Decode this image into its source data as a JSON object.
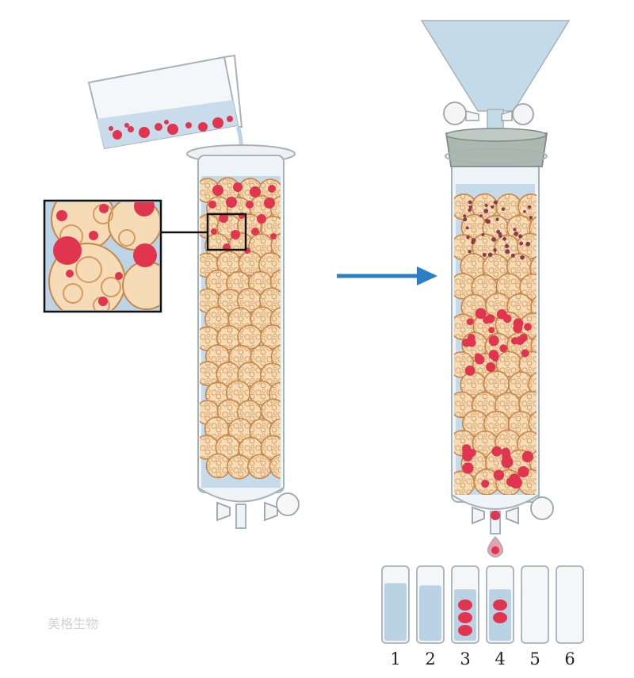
{
  "watermark": "美格生物",
  "tube_labels": [
    "1",
    "2",
    "3",
    "4",
    "5",
    "6"
  ],
  "colors": {
    "bead_fill": "#f6dcb6",
    "bead_stroke": "#c7874a",
    "protein_large": "#e0344f",
    "protein_small": "#8b3a4a",
    "buffer": "#b9d3e4",
    "arrow": "#2a7fc6"
  }
}
